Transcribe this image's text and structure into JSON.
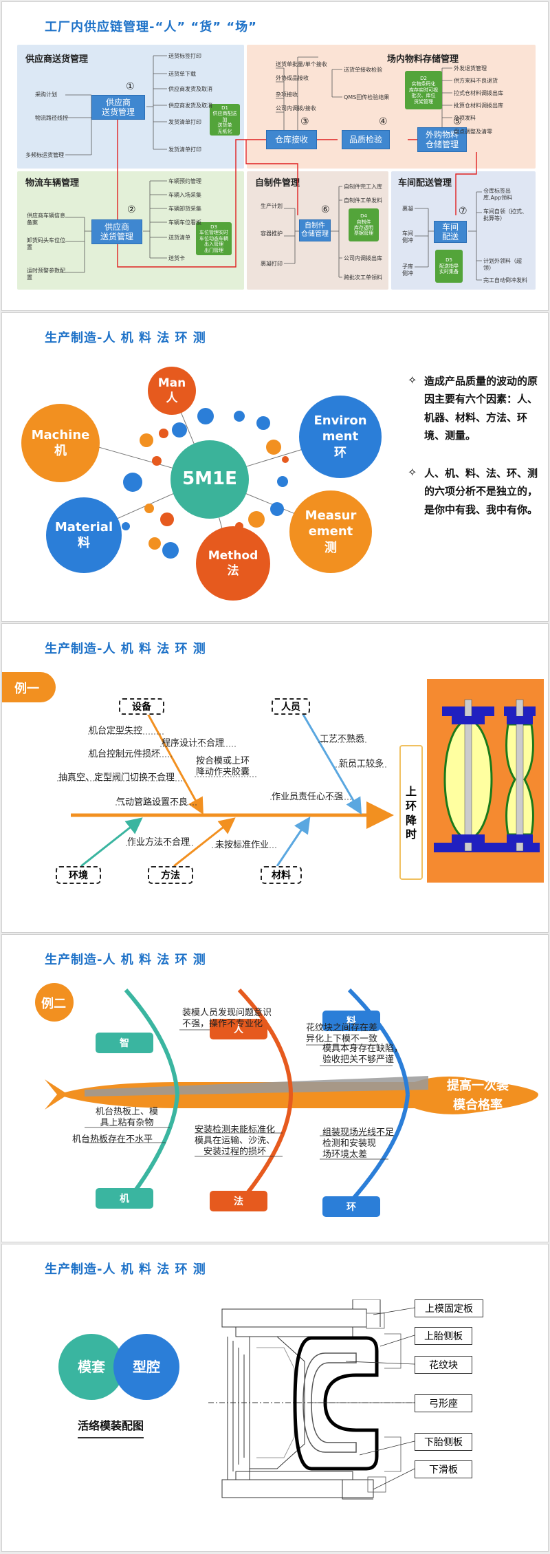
{
  "s1": {
    "title": "工厂内供应链管理-“人” “货” “场”",
    "p1": "供应商送货管理",
    "p2": "场内物料存储管理",
    "p3": "物流车辆管理",
    "p4": "自制件管理",
    "p5": "车间配送管理",
    "b1": "供应商\n送货管理",
    "b2": "仓库接收",
    "b3": "品质检验",
    "b4": "外购物料\n仓储管理",
    "b5": "供应商\n送货管理",
    "b6": "自制件\n仓储管理",
    "b7": "车间\n配送",
    "g1": "D1\n供应商配送加\n送货单\n无纸化",
    "g2": "D2\n实物条码化\n库存实时可视\n批次、库位\n货架管理",
    "g3": "D3\n车位管理实时\n车位动态车辆\n出入管理\n出门管理",
    "g4": "D4\n自制件\n库存透明\n票据管理",
    "g5": "D5\n配送指导\n实时集备",
    "n1": "①",
    "n2": "②",
    "n3": "③",
    "n4": "④",
    "n5": "⑤",
    "n6": "⑥",
    "n7": "⑦",
    "l1": [
      "采购计划",
      "物流路径线控",
      "多频标运货管理"
    ],
    "r1": [
      "送货标签打印",
      "送货单下载",
      "供应商发货及取消",
      "供应商发货及取消",
      "发货清单打印",
      "发货清单打印"
    ],
    "l2": [
      "送货单批量/单个接收",
      "外协成品接收",
      "杂项接收",
      "公司内调拨/接收"
    ],
    "m2": [
      "送货单接收检验",
      "QMS回传检验结果"
    ],
    "r2": [
      "外发退货管理",
      "供方来料不良退货",
      "拉式仓材料调拨出库",
      "批算仓材料调拨出库",
      "杂项发料",
      "盘点调整及清零"
    ],
    "l3": [
      "供应商车辆信息备案",
      "卸货码头车位位置",
      "运时预警参数配置"
    ],
    "r3": [
      "车辆预约管理",
      "车辆入场采集",
      "车辆卸货采集",
      "车辆车位看板",
      "送货清单",
      "送货卡"
    ],
    "l4": [
      "生产计划",
      "容器推护",
      "裹凝打印"
    ],
    "r4": [
      "自制件完工入库",
      "自制件工单发料",
      "公司内调拨出库",
      "跨批次工单领料"
    ],
    "l5": [
      "裹凝",
      "车间侧冲",
      "子库侧冲"
    ],
    "r5": [
      "仓库标签出库,App领料",
      "车间自领（拉式、批算等）",
      "计划外领料（超领）",
      "完工自动倒冲发料"
    ]
  },
  "s2": {
    "title": "生产制造-人 机 料 法 环 测",
    "center": "5M1E",
    "man": "Man\n人",
    "machine": "Machine\n机",
    "environment": "Environ\nment\n环",
    "material": "Material\n料",
    "method": "Method\n法",
    "measurement": "Measur\nement\n测",
    "bullet1": "造成产品质量的波动的原因主要有六个因素：人、机器、材料、方法、环境、测量。",
    "bullet2": "人、机、料、法、环、测的六项分析不是独立的，是你中有我、我中有你。"
  },
  "s3": {
    "title": "生产制造-人 机 料 法 环 测",
    "badge": "例一",
    "c_equip": "设备",
    "c_person": "人员",
    "c_env": "环境",
    "c_method": "方法",
    "c_material": "材料",
    "head": "上\n环\n降\n时",
    "t1": "机台定型失控",
    "t2": "程序设计不合理",
    "t3": "机台控制元件损坏",
    "t4": "抽真空、定型阀门切换不合理",
    "t5": "按合模或上环\n降动作夹胶囊",
    "t6": "气动管路设置不良",
    "t7": "工艺不熟悉",
    "t8": "新员工较多",
    "t9": "作业员责任心不强",
    "t10": "作业方法不合理",
    "t11": "未按标准作业"
  },
  "s4": {
    "title": "生产制造-人 机 料 法 环 测",
    "badge": "例二",
    "c_zhi": "智",
    "c_ren": "人",
    "c_liao": "料",
    "c_ji": "机",
    "c_fa": "法",
    "c_huan": "环",
    "head": "提高一次装\n模合格率",
    "t1": "装模人员发现问题意识\n不强，操作不专业化",
    "t2": "花纹块之间存在差\n异化上下模不一致",
    "t3": "模具本身存在缺陷，\n验收把关不够严谨",
    "t4": "机台热板上、模\n具上粘有杂物",
    "t5": "机台热板存在不水平",
    "t6": "安装检测未能标准化",
    "t7": "模具在运输、沙洗、\n安装过程的损坏",
    "t8": "组装现场光线不足",
    "t9": "检测和安装现\n场环境太差"
  },
  "s5": {
    "title": "生产制造-人 机 料 法 环 测",
    "c1": "模套",
    "c2": "型腔",
    "caption": "活络模装配图",
    "parts": [
      "上模固定板",
      "上胎侧板",
      "花纹块",
      "弓形座",
      "下胎侧板",
      "下滑板"
    ]
  },
  "colors": {
    "blue": "#1e72c8",
    "orange": "#f29020",
    "red": "#e65a1e",
    "green": "#3aa38a",
    "teal": "#2bb3a0"
  }
}
